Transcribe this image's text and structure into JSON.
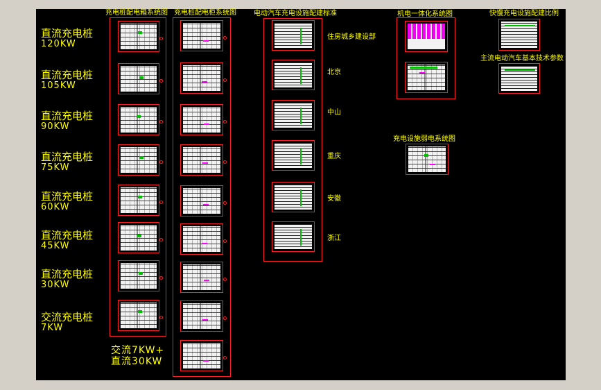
{
  "left_labels": [
    {
      "main": "直流充电桩",
      "sub": "120KW"
    },
    {
      "main": "直流充电桩",
      "sub": "105KW"
    },
    {
      "main": "直流充电桩",
      "sub": "90KW"
    },
    {
      "main": "直流充电桩",
      "sub": "75KW"
    },
    {
      "main": "直流充电桩",
      "sub": "60KW"
    },
    {
      "main": "直流充电桩",
      "sub": "45KW"
    },
    {
      "main": "直流充电桩",
      "sub": "30KW"
    },
    {
      "main": "交流充电桩",
      "sub": "7KW"
    }
  ],
  "combo_label": {
    "line1": "交流7KW+",
    "line2": "直流30KW"
  },
  "titles": {
    "col1": "充电桩配电箱系统图",
    "col2": "充电桩配电柜系统图",
    "col3": "电动汽车充电设施配建标准",
    "col4": "机电一体化系统图",
    "col5": "快慢充电设施配建比例",
    "col5b": "主流电动汽车基本技术参数",
    "col4b": "充电设施弱电系统图"
  },
  "cities": [
    "住房城乡建设部",
    "北京",
    "中山",
    "重庆",
    "安徽",
    "浙江"
  ],
  "colors": {
    "canvas_bg": "#000000",
    "window_bg": "#d4d0c8",
    "label": "#ffff00",
    "frame": "#ff2020"
  }
}
